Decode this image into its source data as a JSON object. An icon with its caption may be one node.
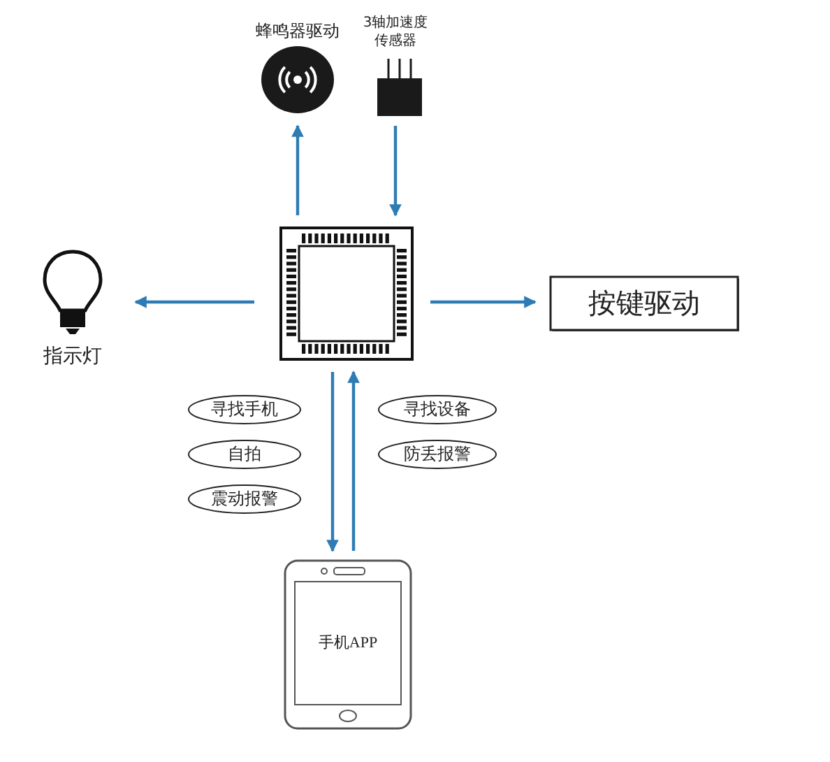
{
  "diagram": {
    "nodes": [
      {
        "text": [
          "蜂鸣器驱动"
        ]
      },
      {
        "text": [
          "3轴加速度传感器"
        ]
      },
      {
        "text": [],
        "shape": "box"
      },
      {
        "text": [
          "指示灯"
        ]
      },
      {
        "text": [
          "按键驱动"
        ]
      },
      {
        "text": [
          "手机APP"
        ]
      },
      {
        "text": [
          "寻找手机"
        ]
      },
      {
        "text": [
          "自拍"
        ]
      },
      {
        "text": [
          "震动报警"
        ]
      },
      {
        "text": [
          "寻找设备"
        ]
      },
      {
        "text": [
          "防丢报警"
        ]
      }
    ],
    "edges": [
      {
        "from": 2,
        "to": 0,
        "arrow": "to"
      },
      {
        "from": 1,
        "to": 2,
        "arrow": "to"
      },
      {
        "from": 2,
        "to": 3,
        "arrow": "to"
      },
      {
        "from": 2,
        "to": 4,
        "arrow": "to"
      },
      {
        "from": 2,
        "to": 5,
        "arrow": "to"
      },
      {
        "from": 5,
        "to": 2,
        "arrow": "to"
      }
    ]
  }
}
